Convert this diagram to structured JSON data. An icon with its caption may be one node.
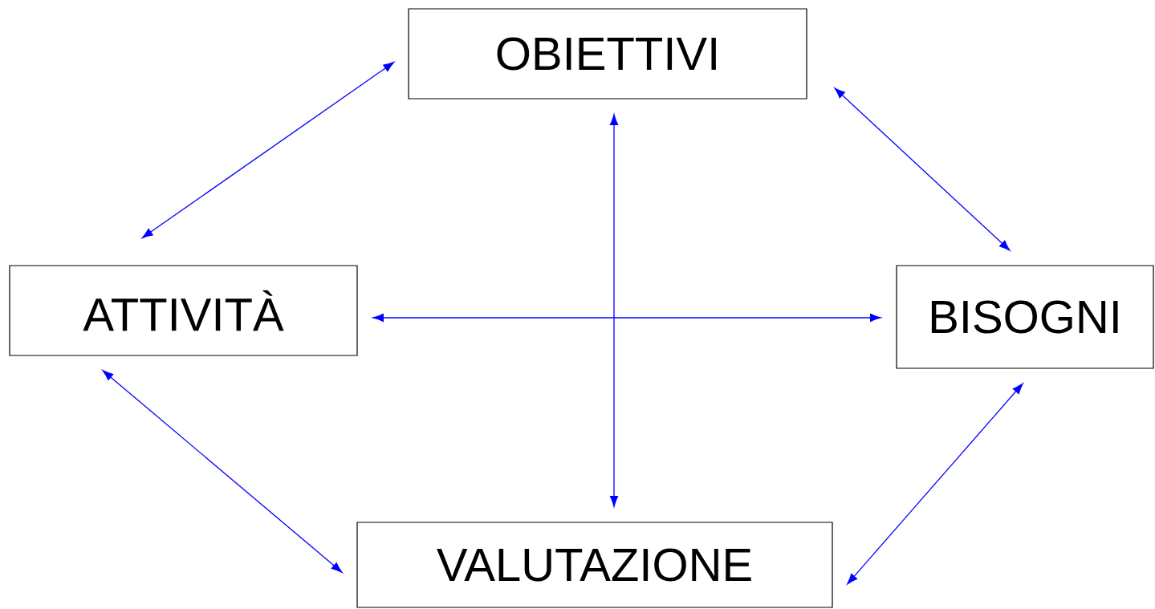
{
  "diagram": {
    "nodes": [
      {
        "text": [
          "OBIETTIVI"
        ]
      },
      {
        "text": [
          "ATTIVITÀ"
        ]
      },
      {
        "text": [
          "BISOGNI"
        ]
      },
      {
        "text": [
          "VALUTAZIONE"
        ]
      }
    ],
    "edges": [
      {
        "from": 0,
        "to": 1,
        "arrow": "both"
      },
      {
        "from": 0,
        "to": 2,
        "arrow": "both"
      },
      {
        "from": 0,
        "to": 3,
        "arrow": "both"
      },
      {
        "from": 1,
        "to": 2,
        "arrow": "both"
      },
      {
        "from": 1,
        "to": 3,
        "arrow": "both"
      },
      {
        "from": 2,
        "to": 3,
        "arrow": "both"
      }
    ]
  }
}
